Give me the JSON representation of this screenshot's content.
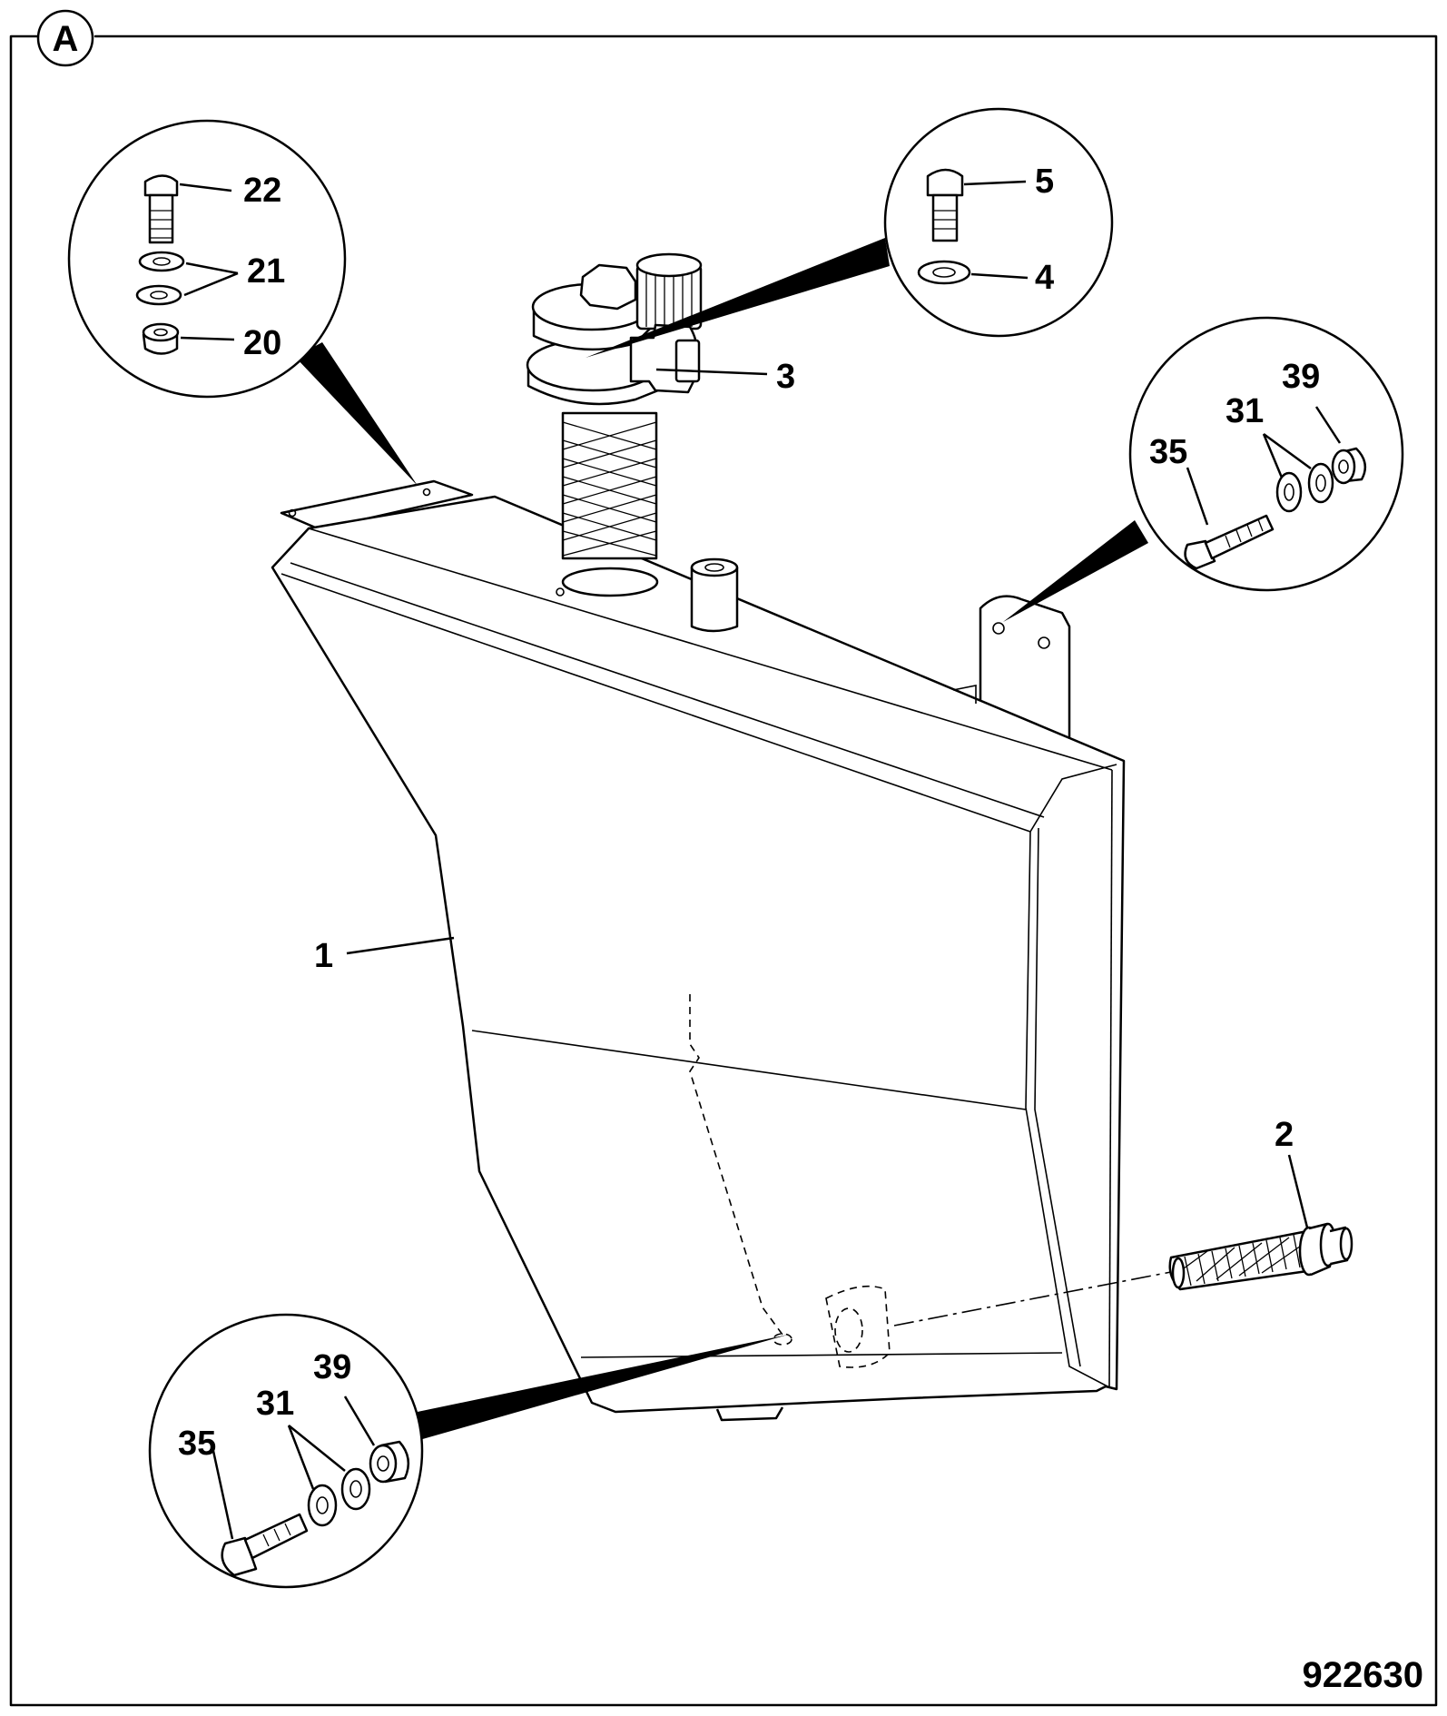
{
  "view_label": "A",
  "figure_number": "922630",
  "callouts": {
    "tank": "1",
    "drain_plug": "2",
    "filler_breather": "3",
    "washer_top": "4",
    "bolt_top": "5",
    "nut_left": "20",
    "washers_left": "21",
    "bolt_left": "22",
    "washers_right": "31",
    "bolt_right": "35",
    "nut_right": "39",
    "washers_bottom": "31",
    "bolt_bottom": "35",
    "nut_bottom": "39"
  }
}
